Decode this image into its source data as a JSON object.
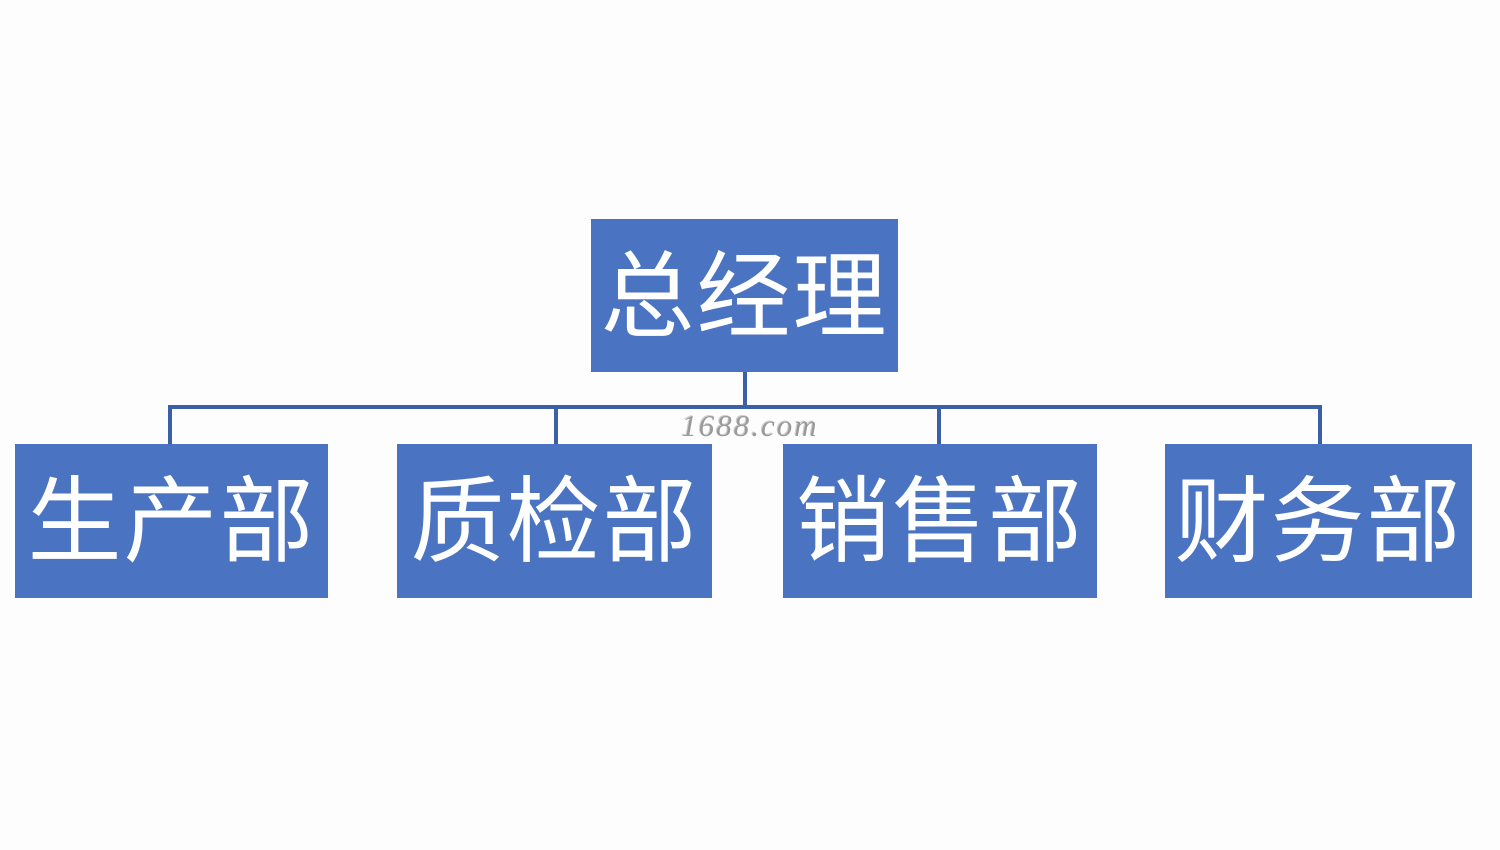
{
  "chart": {
    "type": "org-chart",
    "root": {
      "label": "总经理"
    },
    "children": [
      {
        "label": "生产部"
      },
      {
        "label": "质检部"
      },
      {
        "label": "销售部"
      },
      {
        "label": "财务部"
      }
    ]
  },
  "watermark": {
    "text": "1688.com"
  },
  "colors": {
    "background": "#fdfdfd",
    "box_fill": "#4a73c2",
    "connector": "#3a61a8",
    "label_text": "#ffffff",
    "watermark_text": "#9a9a9a"
  }
}
